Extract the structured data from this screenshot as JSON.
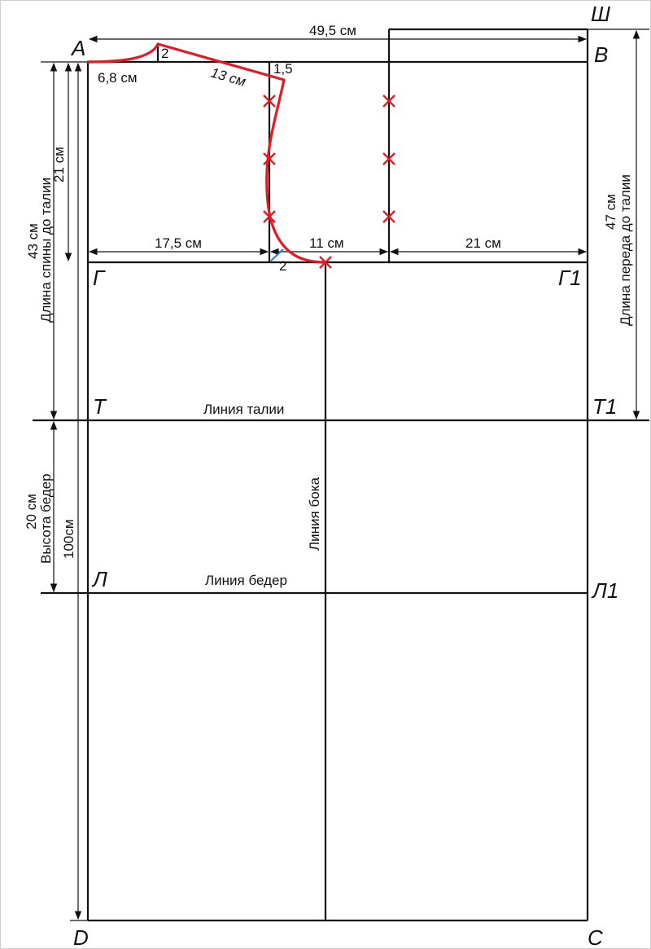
{
  "colors": {
    "line": "#111111",
    "pattern": "#e01b24",
    "marker": "#e01b24",
    "accent": "#1e7fd0"
  },
  "points": {
    "A": "А",
    "V": "В",
    "Sh": "Ш",
    "G": "Г",
    "G1": "Г1",
    "T": "Т",
    "T1": "Т1",
    "L": "Л",
    "L1": "Л1",
    "D": "D",
    "C": "С"
  },
  "dimensions": {
    "top_width": "49,5 см",
    "neck_width": "6,8 см",
    "neck_rise": "2",
    "shoulder_length": "13 см",
    "shoulder_drop": "1,5",
    "back_width": "17,5 см",
    "armhole_width": "11 см",
    "front_width": "21 см",
    "armhole_angle": "2",
    "armhole_depth": "21 см",
    "back_length_value": "43 см",
    "back_length_label": "Длина спины до талии",
    "front_length_value": "47 см",
    "front_length_label": "Длина переда до талии",
    "hip_height_value": "20 см",
    "hip_height_label": "Высота бедер",
    "total_length": "100см"
  },
  "lines": {
    "waist": "Линия талии",
    "hips": "Линия бедер",
    "side": "Линия бока"
  }
}
